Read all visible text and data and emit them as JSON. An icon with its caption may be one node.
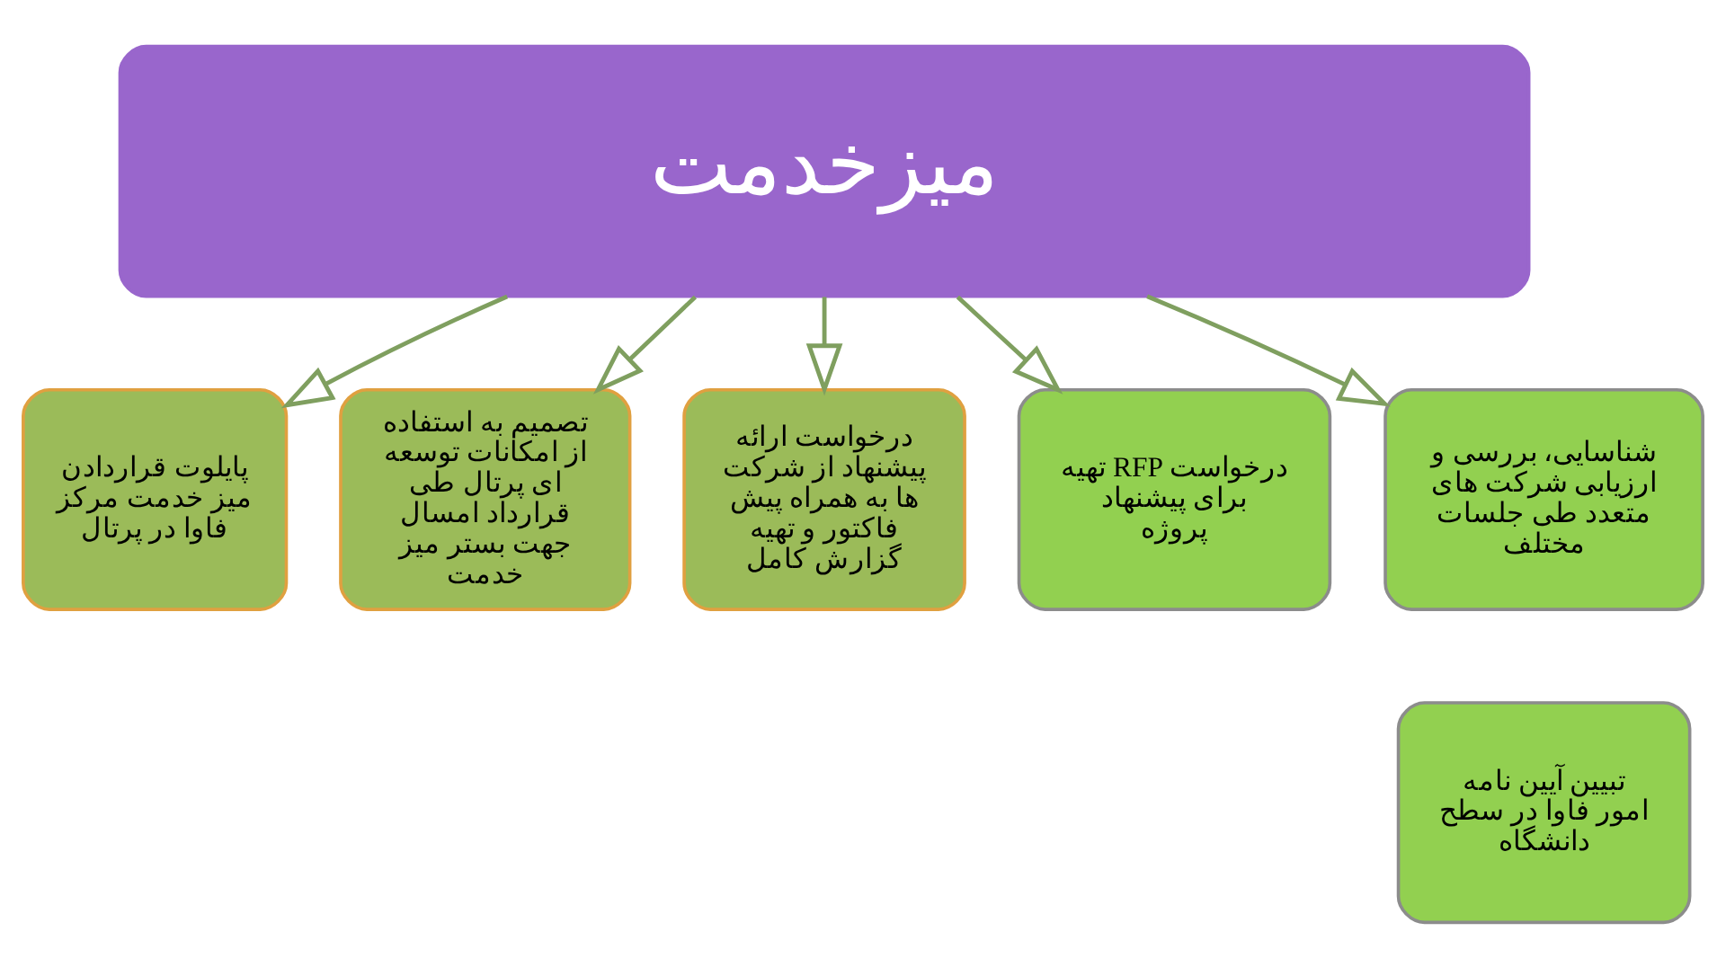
{
  "diagram": {
    "nodes": [
      {
        "text": [
          "میزخدمت"
        ]
      },
      {
        "text": [
          "شناسایی، بررسی و ارزیابی شرکت های متعدد طی جلسات مختلف"
        ]
      },
      {
        "text": [
          "تبیین آیین نامه امور فاوا در سطح دانشگاه"
        ]
      },
      {
        "text": [
          "تهیه RFP درخواست برای پیشنهاد پروژه"
        ]
      },
      {
        "text": [
          "درخواست ارائه پیشنهاد از شرکت ها به همراه پیش فاکتور و تهیه گزارش کامل"
        ]
      },
      {
        "text": [
          "تصمیم به استفاده از امکانات توسعه ای پرتال طی قرارداد امسال جهت بستر میز خدمت"
        ]
      },
      {
        "text": [
          "پایلوت قراردادن میز خدمت مرکز فاوا در پرتال"
        ]
      }
    ],
    "edges": [
      {
        "from": 0,
        "to": 6,
        "arrow": "to"
      },
      {
        "from": 0,
        "to": 5,
        "arrow": "to"
      },
      {
        "from": 0,
        "to": 4,
        "arrow": "to"
      },
      {
        "from": 0,
        "to": 3,
        "arrow": "to"
      },
      {
        "from": 0,
        "to": 1,
        "arrow": "to"
      }
    ]
  }
}
